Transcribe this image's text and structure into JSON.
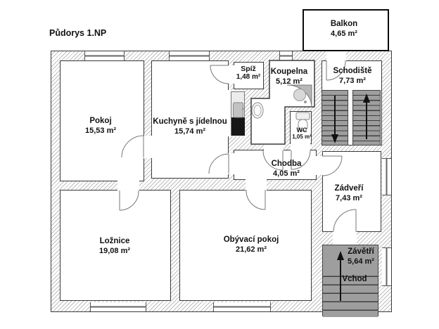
{
  "title": "Půdorys 1.NP",
  "rooms": {
    "pokoj": {
      "name": "Pokoj",
      "area": "15,53 m²"
    },
    "kuchyne": {
      "name": "Kuchyně s jídelnou",
      "area": "15,74 m²"
    },
    "spiz": {
      "name": "Spíž",
      "area": "1,48 m²"
    },
    "koupelna": {
      "name": "Koupelna",
      "area": "5,12 m²"
    },
    "wc": {
      "name": "WC",
      "area": "1,05 m²"
    },
    "schodiste": {
      "name": "Schodiště",
      "area": "7,73 m²"
    },
    "chodba": {
      "name": "Chodba",
      "area": "4,05 m²"
    },
    "zadveri": {
      "name": "Zádveří",
      "area": "7,43 m²"
    },
    "loznice": {
      "name": "Ložnice",
      "area": "19,08 m²"
    },
    "obyvaci": {
      "name": "Obývací pokoj",
      "area": "21,62 m²"
    },
    "zavetri": {
      "name": "Závětří",
      "area": "5,64 m²"
    },
    "balkon": {
      "name": "Balkon",
      "area": "4,65 m²"
    }
  },
  "annotations": {
    "entrance": "Vchod"
  },
  "colors": {
    "background": "#ffffff",
    "wall_outline": "#3a3a3a",
    "hatch_line": "#bdbdbd",
    "stairs_fill": "#9e9e9e",
    "stove": "#161616"
  }
}
